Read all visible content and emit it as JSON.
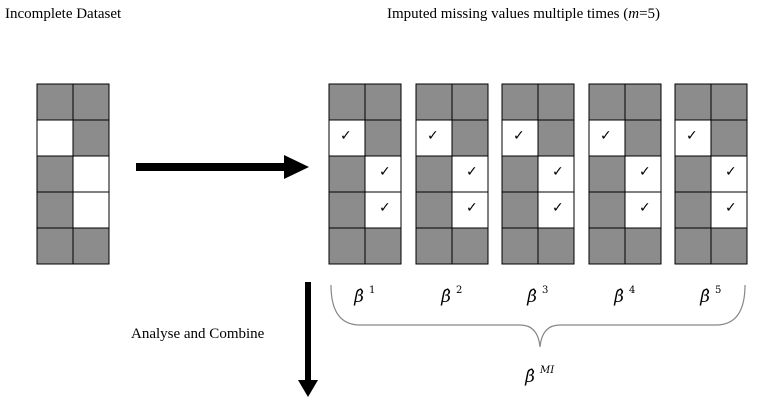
{
  "titles": {
    "incomplete": "Incomplete Dataset",
    "imputed_prefix": "Imputed missing values multiple times (",
    "imputed_m": "m",
    "imputed_suffix": "=5)",
    "analyse": "Analyse and Combine"
  },
  "colors": {
    "observed": "#8c8c8c",
    "missing": "#ffffff",
    "border": "#000000"
  },
  "incomplete_grid": {
    "rows": 5,
    "cols": 2,
    "missing_cells": [
      [
        1,
        0
      ],
      [
        2,
        1
      ],
      [
        3,
        1
      ]
    ]
  },
  "imputed_datasets": [
    {
      "estimate_label": "β̂",
      "superscript": "1",
      "check_cells": [
        [
          1,
          0
        ],
        [
          2,
          1
        ],
        [
          3,
          1
        ]
      ]
    },
    {
      "estimate_label": "β̂",
      "superscript": "2",
      "check_cells": [
        [
          1,
          0
        ],
        [
          2,
          1
        ],
        [
          3,
          1
        ]
      ]
    },
    {
      "estimate_label": "β̂",
      "superscript": "3",
      "check_cells": [
        [
          1,
          0
        ],
        [
          2,
          1
        ],
        [
          3,
          1
        ]
      ]
    },
    {
      "estimate_label": "β̂",
      "superscript": "4",
      "check_cells": [
        [
          1,
          0
        ],
        [
          2,
          1
        ],
        [
          3,
          1
        ]
      ]
    },
    {
      "estimate_label": "β̂",
      "superscript": "5",
      "check_cells": [
        [
          1,
          0
        ],
        [
          2,
          1
        ],
        [
          3,
          1
        ]
      ]
    }
  ],
  "combined_estimate": {
    "label": "β̂",
    "superscript": "MI"
  },
  "check_glyph": "✓"
}
